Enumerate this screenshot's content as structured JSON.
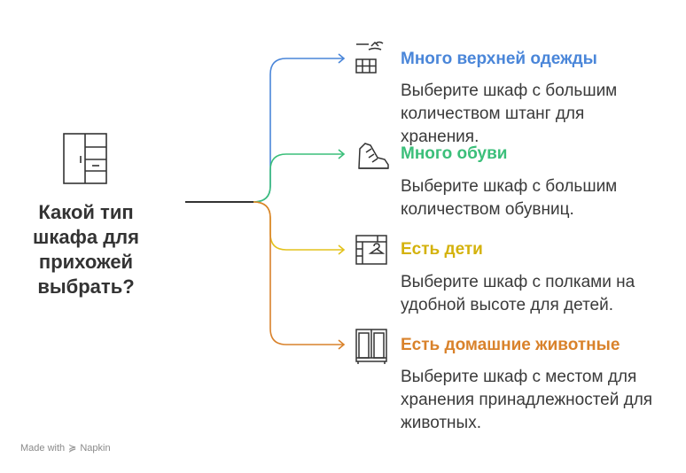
{
  "question": {
    "lines": [
      "Какой тип",
      "шкафа для",
      "прихожей",
      "выбрать?"
    ],
    "icon": "wardrobe-icon"
  },
  "branches": [
    {
      "title": "Много верхней одежды",
      "description": "Выберите шкаф с большим количеством штанг для хранения.",
      "color": "#4a86d9",
      "icon": "coat-rack-icon"
    },
    {
      "title": "Много обуви",
      "description": "Выберите шкаф с большим количеством обувниц.",
      "color": "#3bbf7a",
      "icon": "sneaker-icon"
    },
    {
      "title": "Есть дети",
      "description": "Выберите шкаф с полками на удобной высоте для детей.",
      "color": "#e3c21c",
      "icon": "shelf-hanger-icon"
    },
    {
      "title": "Есть домашние животные",
      "description": "Выберите шкаф с местом для хранения принадлежностей для животных.",
      "color": "#d9822b",
      "icon": "cabinet-icon"
    }
  ],
  "footer": {
    "made_with": "Made with",
    "brand": "Napkin"
  }
}
